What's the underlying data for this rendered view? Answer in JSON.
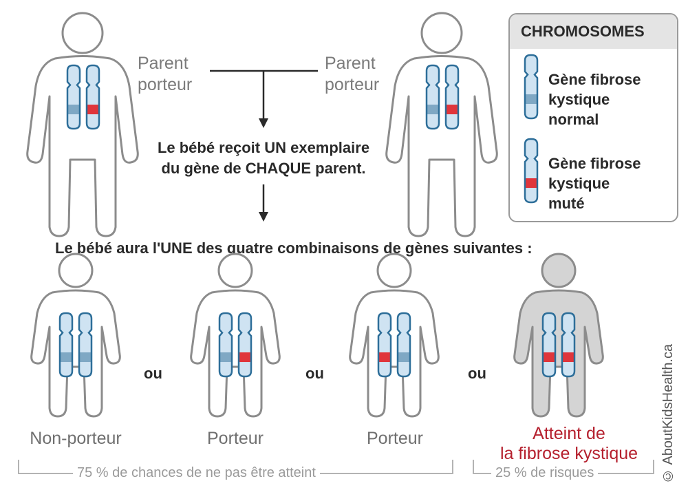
{
  "parents": {
    "left_label": [
      "Parent",
      "porteur"
    ],
    "right_label": [
      "Parent",
      "porteur"
    ]
  },
  "message": [
    "Le bébé reçoit UN exemplaire",
    "du gène de CHAQUE parent."
  ],
  "headline": "Le bébé aura l'UNE des quatre combinaisons de gènes suivantes :",
  "separator": "ou",
  "children": [
    {
      "label": "Non-porteur"
    },
    {
      "label": "Porteur"
    },
    {
      "label": "Porteur"
    },
    {
      "label": [
        "Atteint de",
        "la fibrose kystique"
      ]
    }
  ],
  "brackets": {
    "unaffected": "75 % de chances de ne pas être atteint",
    "affected": "25 % de risques"
  },
  "legend": {
    "title": "CHROMOSOMES",
    "normal": [
      "Gène fibrose",
      "kystique",
      "normal"
    ],
    "mutated": [
      "Gène fibrose",
      "kystique",
      "muté"
    ]
  },
  "copyright": "© AboutKidsHealth.ca",
  "colors": {
    "outline": "#8c8c8c",
    "chromosome_fill": "#cfe3f2",
    "chromosome_stroke": "#2d6e99",
    "normal_band": "#7fa8c4",
    "mutated_band": "#e0353b",
    "affected_fill": "#d4d4d4",
    "affected_text": "#b5202e"
  }
}
